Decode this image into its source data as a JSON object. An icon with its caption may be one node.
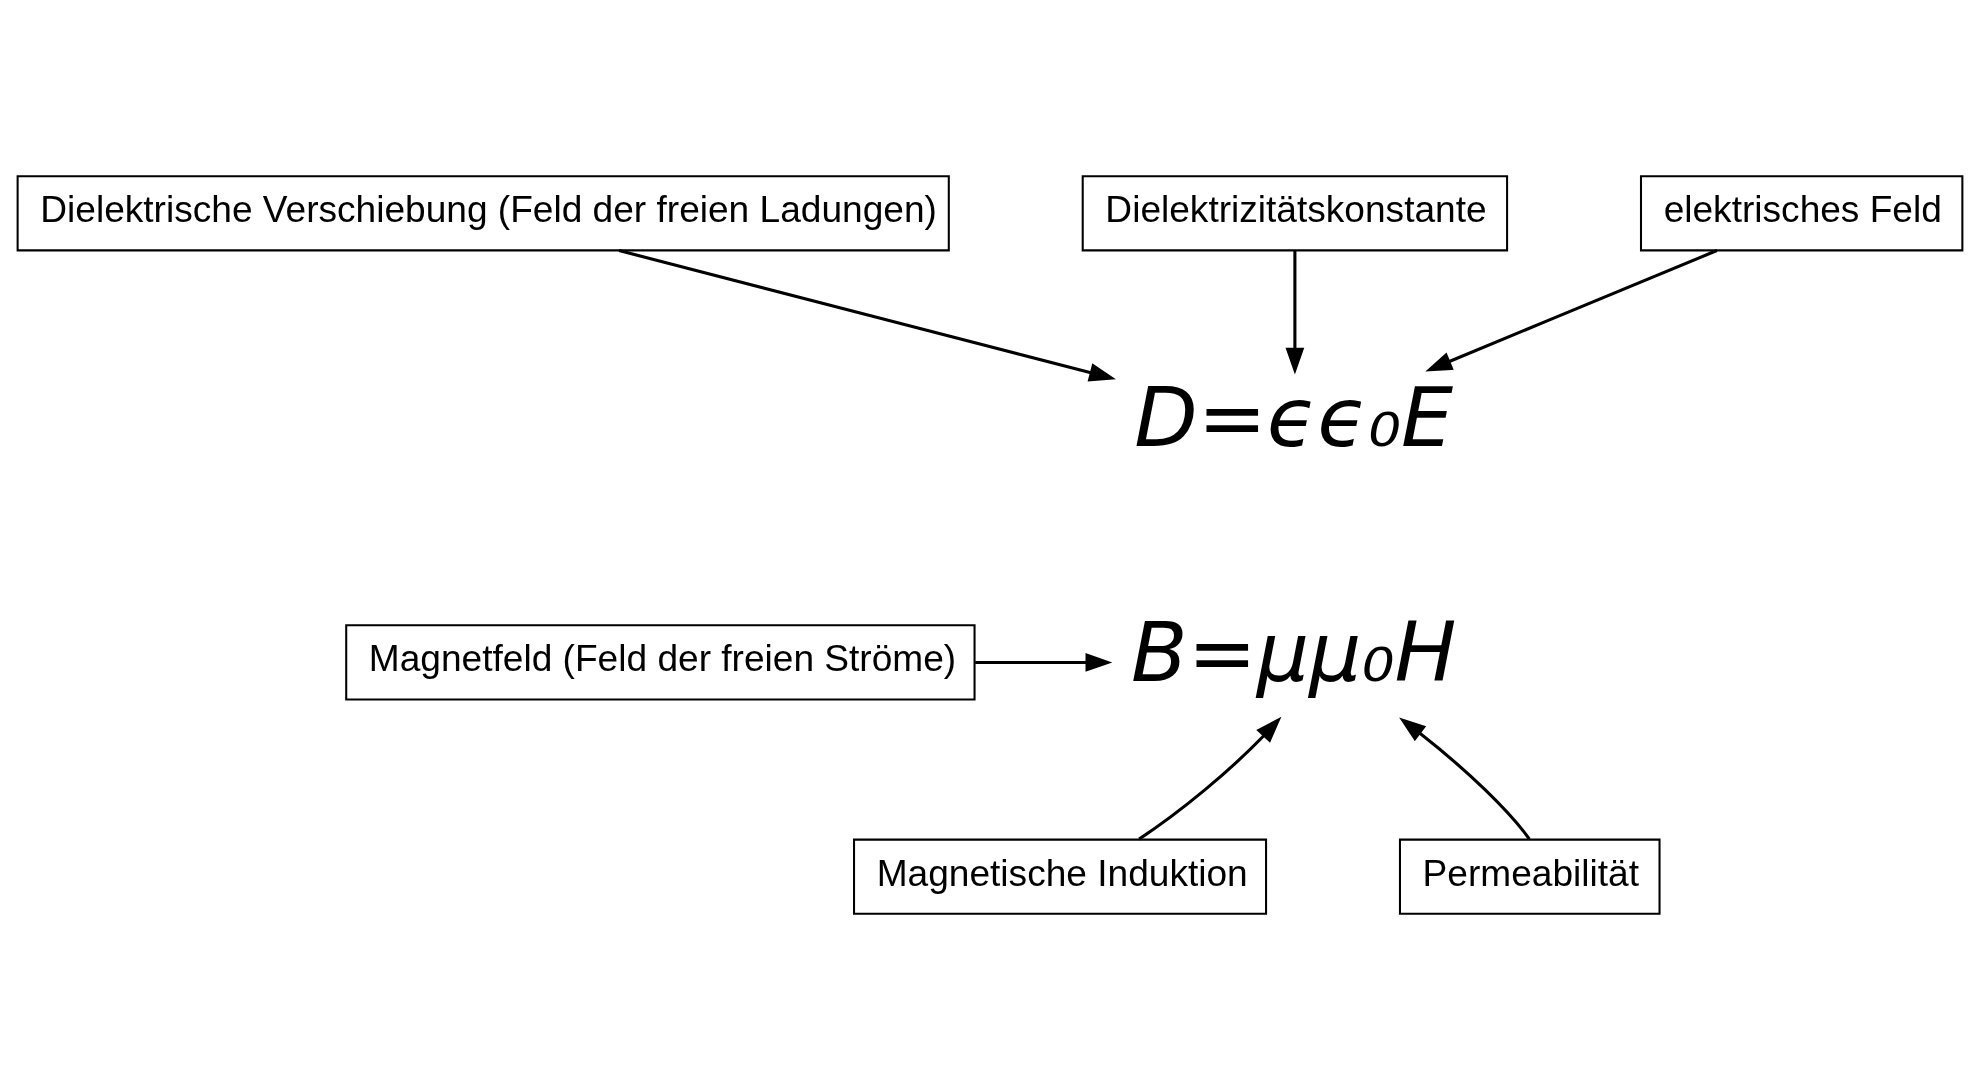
{
  "diagram": {
    "nodes": [
      {
        "text": [
          "Dielektrizitätskonstante"
        ]
      },
      {
        "text": [
          "Dielektrische Verschiebung (Feld der freien Ladungen)"
        ]
      },
      {
        "text": [
          "elektrisches Feld"
        ]
      },
      {
        "text": [
          "D=ϵϵ₀E"
        ]
      },
      {
        "text": [
          "Magnetfeld (Feld der freien Ströme)"
        ]
      },
      {
        "text": [
          "B=μμ₀H"
        ]
      },
      {
        "text": [
          "Magnetische Induktion"
        ]
      },
      {
        "text": [
          "Permeabilität"
        ]
      }
    ],
    "edges": [
      {
        "from": 1,
        "to": 3,
        "arrow": "to"
      },
      {
        "from": 0,
        "to": 3,
        "arrow": "to"
      },
      {
        "from": 2,
        "to": 3,
        "arrow": "to"
      },
      {
        "from": 4,
        "to": 5,
        "arrow": "to"
      },
      {
        "from": 6,
        "to": 5,
        "arrow": "to"
      },
      {
        "from": 7,
        "to": 5,
        "arrow": "to"
      }
    ]
  }
}
